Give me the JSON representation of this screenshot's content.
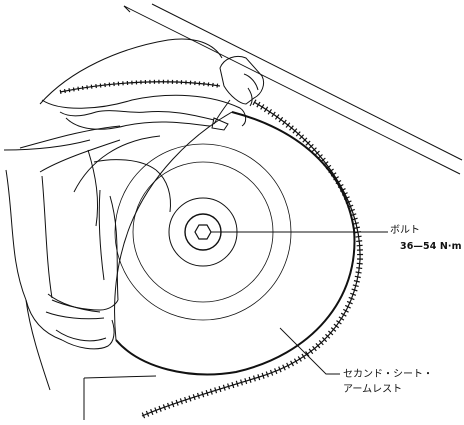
{
  "callouts": {
    "bolt": {
      "label": "ボルト",
      "torque": "36—54 N·m"
    },
    "armrest": {
      "line1": "セカンド・シート・",
      "line2": "アームレスト"
    }
  },
  "colors": {
    "line": "#111111",
    "background": "#ffffff"
  }
}
